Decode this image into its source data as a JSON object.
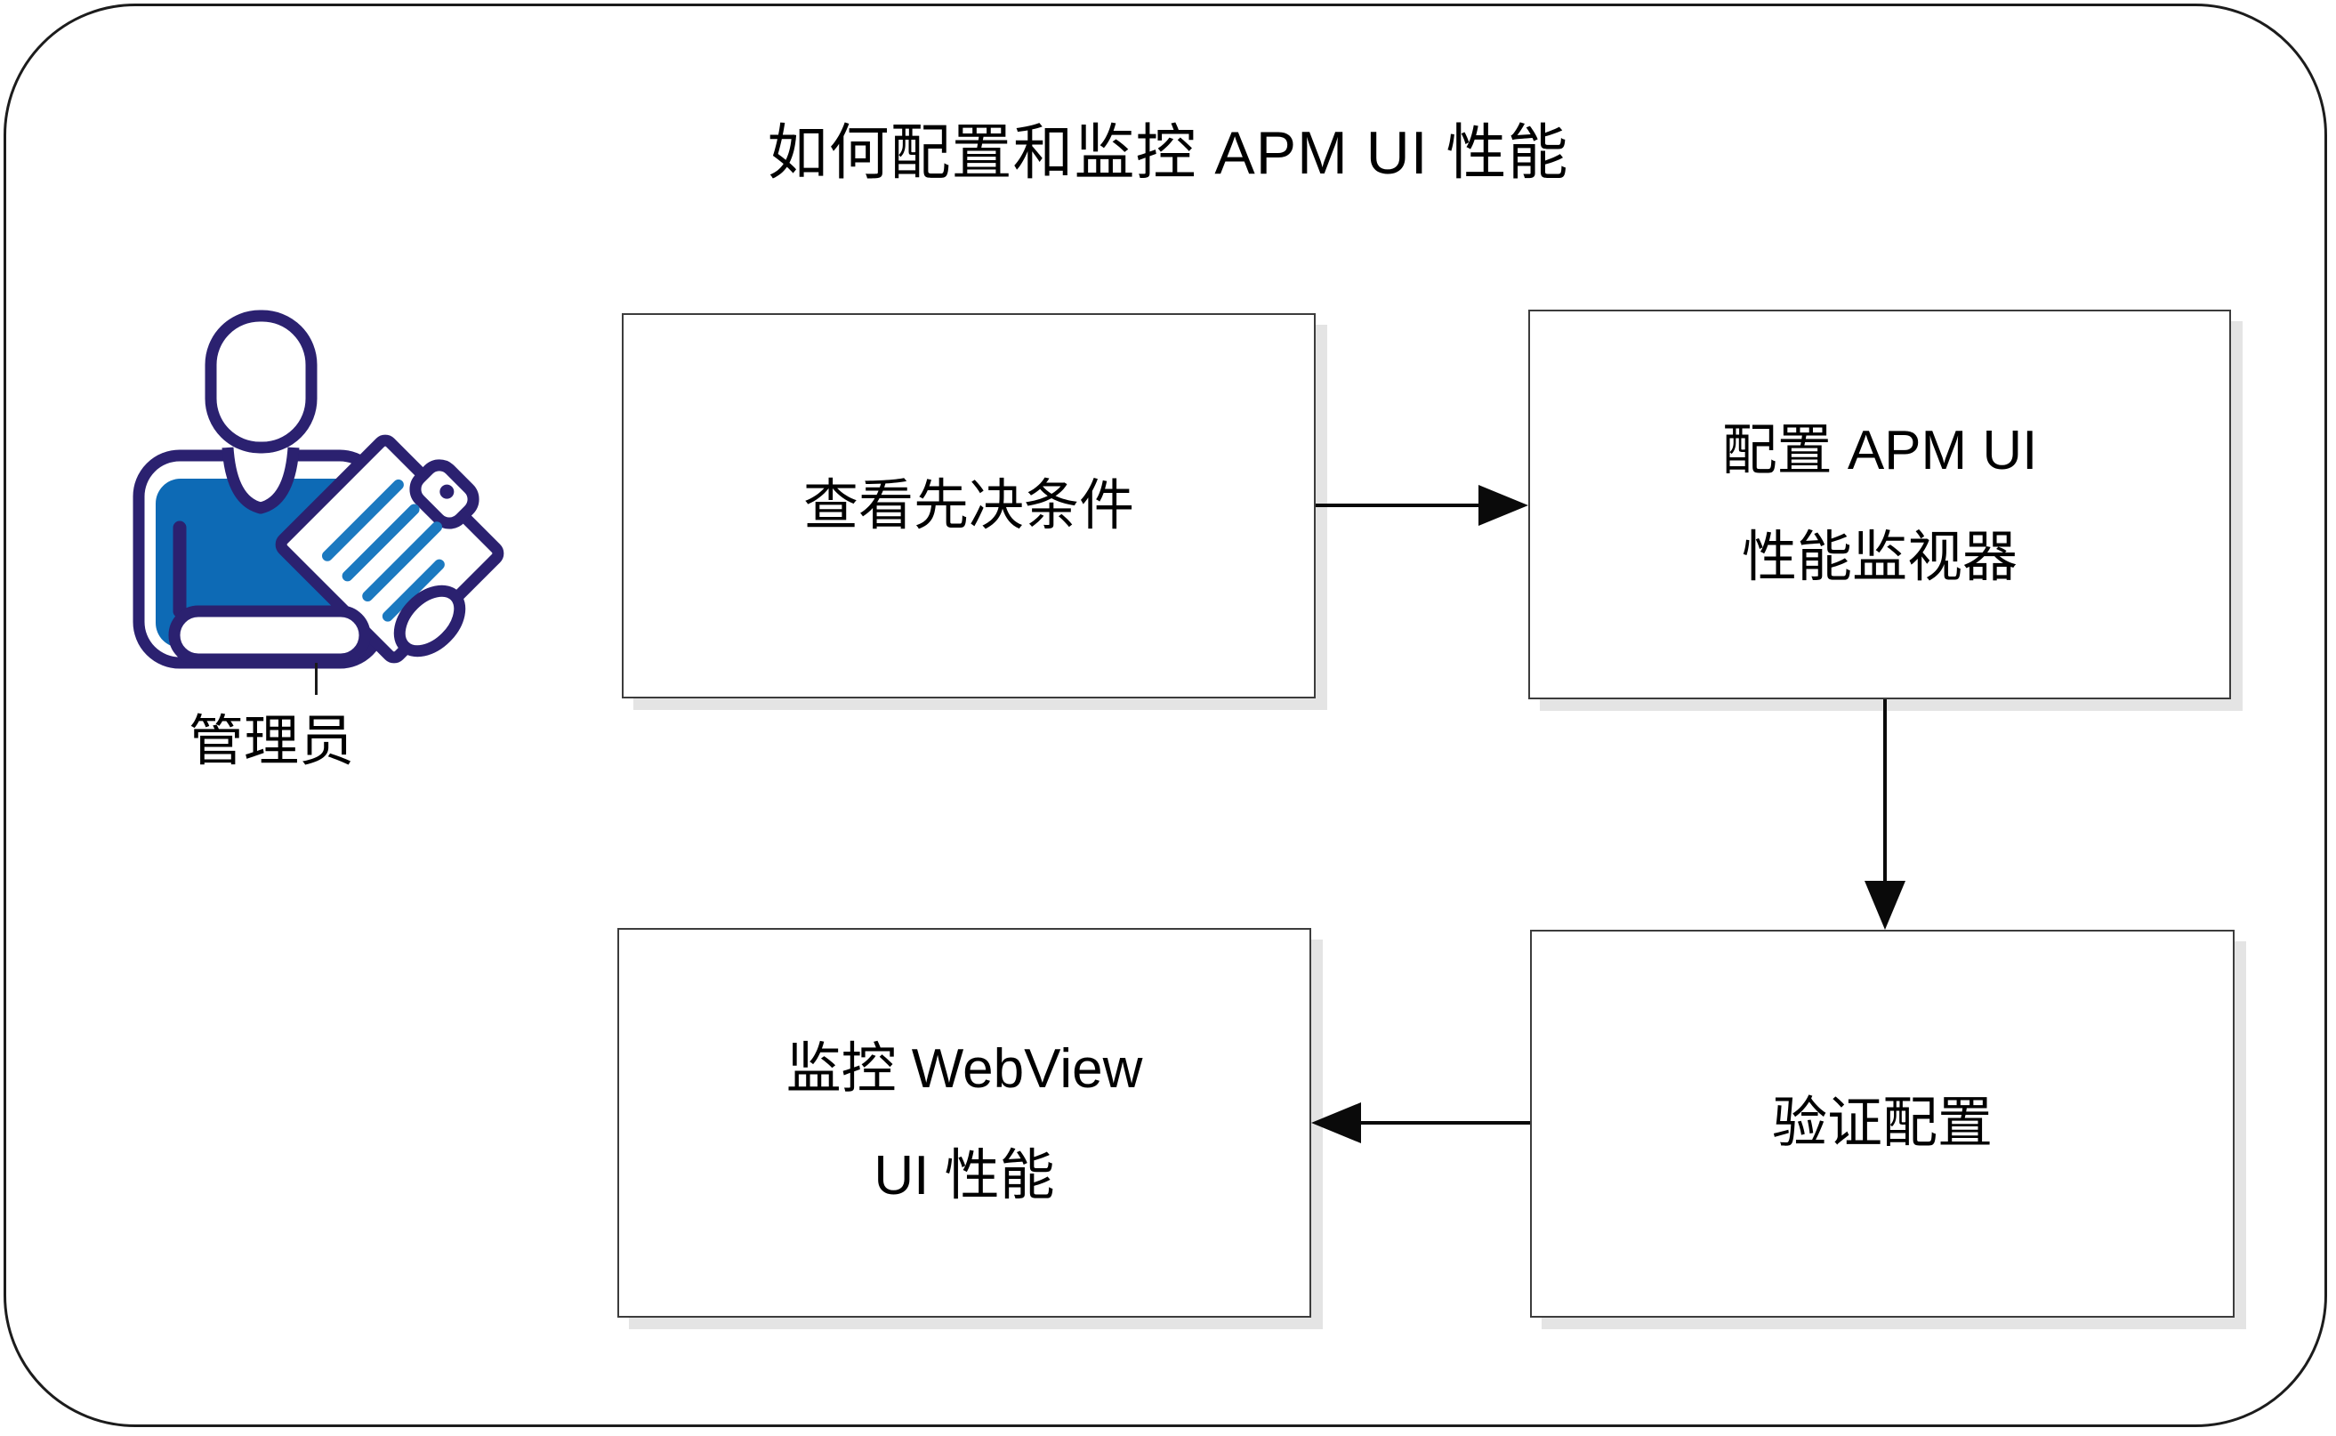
{
  "title": "如何配置和监控 APM UI 性能",
  "actor": {
    "label": "管理员",
    "icon": "admin-user-with-clipboard-icon"
  },
  "nodes": {
    "review_prereqs": {
      "line1": "查看先决条件"
    },
    "configure": {
      "line1": "配置 APM UI",
      "line2": "性能监视器"
    },
    "validate": {
      "line1": "验证配置"
    },
    "monitor": {
      "line1": "监控 WebView",
      "line2": "UI 性能"
    }
  },
  "edges": [
    {
      "from": "review_prereqs",
      "to": "configure",
      "direction": "right"
    },
    {
      "from": "configure",
      "to": "validate",
      "direction": "down"
    },
    {
      "from": "validate",
      "to": "monitor",
      "direction": "left"
    }
  ],
  "colors": {
    "frame_border": "#1c1c1c",
    "box_border": "#3c3c3c",
    "box_shadow_color": "#e4e4e4",
    "arrow_color": "#0a0a0a",
    "actor_outline": "#2b2170",
    "actor_shirt": "#0d6ab5",
    "actor_stripe": "#1b79c0"
  }
}
